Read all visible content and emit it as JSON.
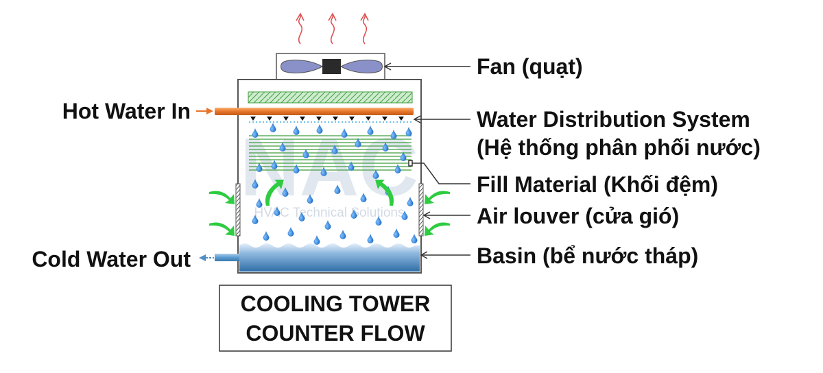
{
  "labels": {
    "fan": "Fan (quạt)",
    "water_distribution_line1": "Water Distribution System",
    "water_distribution_line2": "(Hệ thống phân phối nước)",
    "fill_material": "Fill Material (Khối đệm)",
    "air_louver": "Air louver (cửa gió)",
    "basin": "Basin (bể nước tháp)",
    "hot_water_in": "Hot Water In",
    "cold_water_out": "Cold Water Out"
  },
  "title": {
    "line1": "COOLING TOWER",
    "line2": "COUNTER FLOW"
  },
  "watermark": {
    "logo": "NAC",
    "text": "HVAC Technical Solutions"
  },
  "colors": {
    "hot_water": "#e8742a",
    "cold_water": "#4f8fc6",
    "water_drop": "#1d6fc9",
    "fill_material": "#3f9e3f",
    "air_arrow": "#2ecc40",
    "warm_air": "#e05050",
    "fan_blade": "#8a90c8",
    "basin_top": "#dbe9f6",
    "basin_bottom": "#2f6ea8"
  },
  "icons": [
    "fan-icon",
    "warm-air-arrow-icon",
    "air-inflow-arrow-icon",
    "water-drop-icon",
    "spray-nozzle-icon"
  ]
}
